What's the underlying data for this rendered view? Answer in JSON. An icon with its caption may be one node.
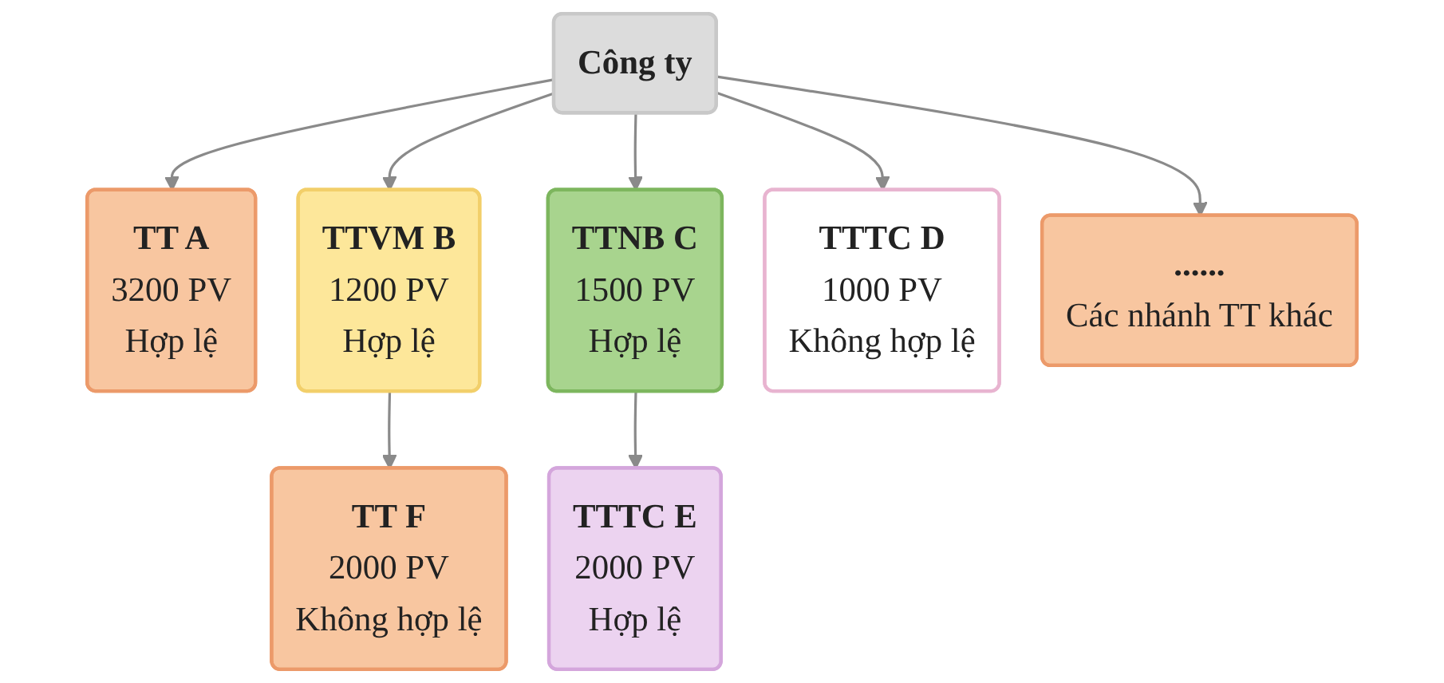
{
  "diagram": {
    "nodes": [
      {
        "text": [
          "Công ty"
        ]
      },
      {
        "text": [
          "TT A",
          "3200 PV",
          "Hợp lệ"
        ]
      },
      {
        "text": [
          "TTVM B",
          "1200 PV",
          "Hợp lệ"
        ]
      },
      {
        "text": [
          "TTNB C",
          "1500 PV",
          "Hợp lệ"
        ]
      },
      {
        "text": [
          "TTTC D",
          "1000 PV",
          "Không hợp lệ"
        ]
      },
      {
        "text": [
          "......",
          "Các nhánh TT khác"
        ]
      },
      {
        "text": [
          "TT F",
          "2000 PV",
          "Không hợp lệ"
        ]
      },
      {
        "text": [
          "TTTC E",
          "2000 PV",
          "Hợp lệ"
        ]
      }
    ],
    "edges": [
      {
        "from": 0,
        "to": 1,
        "arrow": "to"
      },
      {
        "from": 0,
        "to": 2,
        "arrow": "to"
      },
      {
        "from": 0,
        "to": 3,
        "arrow": "to"
      },
      {
        "from": 0,
        "to": 4,
        "arrow": "to"
      },
      {
        "from": 0,
        "to": 5,
        "arrow": "to"
      },
      {
        "from": 2,
        "to": 6,
        "arrow": "to"
      },
      {
        "from": 3,
        "to": 7,
        "arrow": "to"
      }
    ]
  }
}
